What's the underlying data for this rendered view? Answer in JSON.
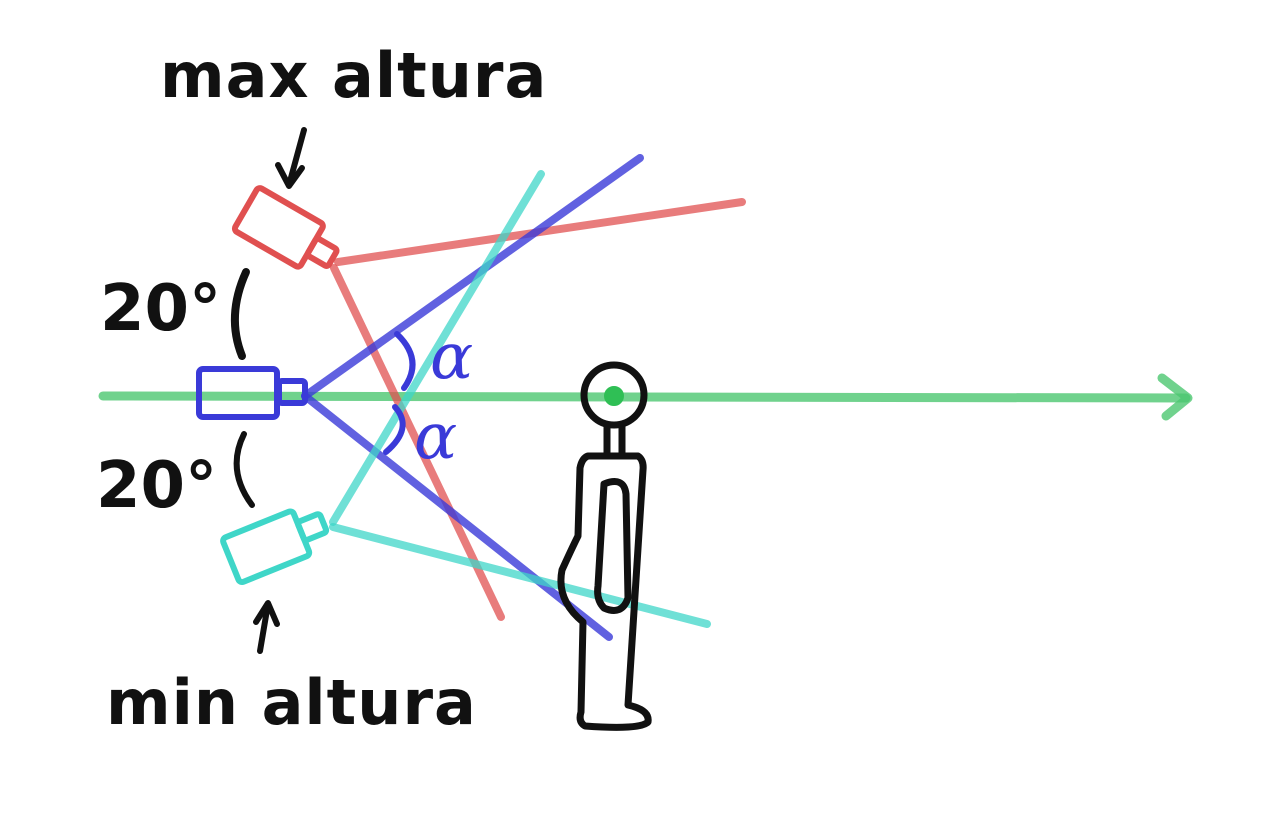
{
  "labels": {
    "max_height": "max altura",
    "min_height": "min altura",
    "angle_top": "20°",
    "angle_bottom": "20°",
    "alpha_top": "α",
    "alpha_bottom": "α"
  },
  "colors": {
    "top_camera": "#e05050",
    "middle_camera": "#3a3ad8",
    "bottom_camera": "#3fd6c8",
    "horizon_axis": "#4cc770",
    "person": "#111111",
    "person_eye": "#2fbf55",
    "text": "#111111"
  },
  "icons": {
    "top_camera": "camera-icon",
    "middle_camera": "camera-icon",
    "bottom_camera": "camera-icon",
    "person": "person-figure-icon",
    "axis_arrowhead": "arrow-right-icon"
  }
}
